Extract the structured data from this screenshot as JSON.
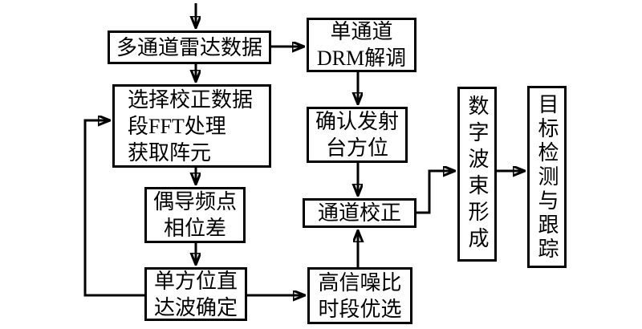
{
  "diagram": {
    "title": "DRM radar signal processing flowchart",
    "colors": {
      "background": "#ffffff",
      "line": "#000000",
      "text": "#000000"
    },
    "nodes": [
      {
        "id": "multi-channel-radar-data",
        "label": "多通道雷达数据"
      },
      {
        "id": "single-channel-drm-demod",
        "label": "单通道\nDRM解调"
      },
      {
        "id": "select-calib-segment-fft",
        "label": "选择校正数据\n段FFT处理\n获取阵元"
      },
      {
        "id": "confirm-transmitter-bearing",
        "label": "确认发射\n台方位"
      },
      {
        "id": "even-pilot-phase-difference",
        "label": "偶导频点\n相位差"
      },
      {
        "id": "channel-calibration",
        "label": "通道校正"
      },
      {
        "id": "single-bearing-direct-wave",
        "label": "单方位直\n达波确定"
      },
      {
        "id": "high-snr-period-selection",
        "label": "高信噪比\n时段优选"
      },
      {
        "id": "digital-beamforming",
        "label": "数字波束形成"
      },
      {
        "id": "target-detection-tracking",
        "label": "目标检测与跟踪"
      }
    ],
    "edges": [
      {
        "from": "input",
        "to": "multi-channel-radar-data"
      },
      {
        "from": "multi-channel-radar-data",
        "to": "single-channel-drm-demod"
      },
      {
        "from": "multi-channel-radar-data",
        "to": "select-calib-segment-fft"
      },
      {
        "from": "single-channel-drm-demod",
        "to": "confirm-transmitter-bearing"
      },
      {
        "from": "select-calib-segment-fft",
        "to": "even-pilot-phase-difference"
      },
      {
        "from": "even-pilot-phase-difference",
        "to": "single-bearing-direct-wave"
      },
      {
        "from": "confirm-transmitter-bearing",
        "to": "channel-calibration"
      },
      {
        "from": "high-snr-period-selection",
        "to": "channel-calibration"
      },
      {
        "from": "single-bearing-direct-wave",
        "to": "high-snr-period-selection"
      },
      {
        "from": "single-bearing-direct-wave",
        "to": "select-calib-segment-fft"
      },
      {
        "from": "channel-calibration",
        "to": "digital-beamforming"
      },
      {
        "from": "digital-beamforming",
        "to": "target-detection-tracking"
      }
    ]
  }
}
